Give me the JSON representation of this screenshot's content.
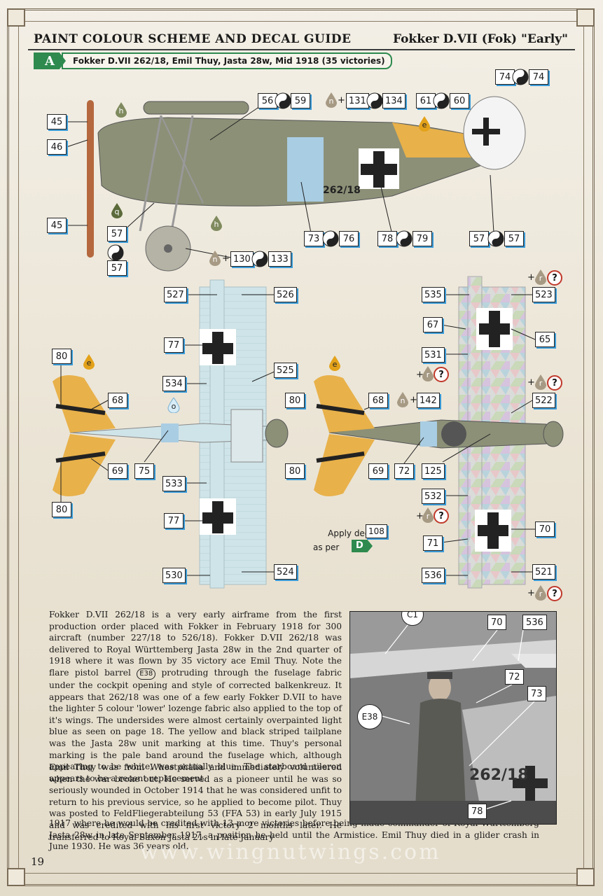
{
  "header": {
    "left_title": "PAINT COLOUR SCHEME AND DECAL GUIDE",
    "right_title": "Fokker D.VII (Fok) \"Early\""
  },
  "profile": {
    "letter": "A",
    "caption": "Fokker D.VII 262/18, Emil Thuy, Jasta 28w, Mid 1918 (35 victories)"
  },
  "aircraft_serial": "262/18",
  "callouts": {
    "c45a": "45",
    "c46": "46",
    "c45b": "45",
    "c57a": "57",
    "c57b": "57",
    "c56": "56",
    "c59": "59",
    "c131": "131",
    "c134": "134",
    "c61": "61",
    "c60": "60",
    "c74a": "74",
    "c74b": "74",
    "c73": "73",
    "c76": "76",
    "c78": "78",
    "c79": "79",
    "c57c": "57",
    "c57d": "57",
    "c130": "130",
    "c133": "133",
    "c527": "527",
    "c526": "526",
    "c77a": "77",
    "c525": "525",
    "c534": "534",
    "c80a": "80",
    "c68a": "68",
    "c75": "75",
    "c69a": "69",
    "c80b": "80",
    "c533": "533",
    "c77b": "77",
    "c530": "530",
    "c524": "524",
    "c535": "535",
    "c523": "523",
    "c67": "67",
    "c65": "65",
    "c531": "531",
    "c80c": "80",
    "c68b": "68",
    "c142": "142",
    "c522": "522",
    "c80d": "80",
    "c69b": "69",
    "c72": "72",
    "c125": "125",
    "c532": "532",
    "c70": "70",
    "c71": "71",
    "c536": "536",
    "c521": "521",
    "c108": "108"
  },
  "paint_codes": {
    "h": "h",
    "q": "q",
    "n": "n",
    "e": "e",
    "o": "o",
    "r": "r"
  },
  "symbols": {
    "plus": "+",
    "question": "?"
  },
  "apply_note": {
    "line1": "Apply decals",
    "line2": "as per",
    "tag": "D"
  },
  "text": {
    "p1_a": "Fokker D.VII 262/18 is a very early airframe from the first production order placed with Fokker in February 1918 for 300 aircraft (number 227/18 to 526/18). Fokker D.VII 262/18 was delivered to Royal Württemberg Jasta 28w in the 2nd quarter of 1918 where it was flown by 35 victory ace Emil Thuy. Note the flare pistol barrel ",
    "p1_ref": "E38",
    "p1_b": " protruding through the fuselage fabric under the cockpit opening and style of corrected balkenkreuz. It appears that 262/18 was one of a few early Fokker D.VII to have the lighter 5 colour 'lower' lozenge fabric also applied to the top of it's wings. The undersides were almost certainly overpainted light blue as seen on page 18. The yellow and black striped tailplane was the Jasta 28w unit marking at this time. Thuy's personal marking is the pale band around the fuselage which, although appearing to be white, was actually blue. The starboard aileron appears to be a recent replacement.",
    "p2": "Emil Thuy was from Whestphalia and immediately volunteered when the war broke out. He served as a pioneer until he was so seriously wounded in October 1914 that he was considered unfit to return to his previous service, so he applied to become pilot. Thuy was posted to FeldFliegerabteilung 53 (FFA 53) in early July 1915 and was credited with his first victory 2 months later. He transferred to Royal Saxon Jasta 21s in late January",
    "p3": "1917 where he would be credited with 13 more victories before being made commander of Royal Württemberg Jasta 28w in late September 1917, a position he held until the Armistice. Emil Thuy died in a glider crash in June 1930. He was 36 years old."
  },
  "photo_callouts": {
    "c1": "C1",
    "p70": "70",
    "p536": "536",
    "p72": "72",
    "p73": "73",
    "e38": "E38",
    "p78": "78"
  },
  "footer": {
    "page": "19",
    "url": "www.wingnutwings.com"
  },
  "colors": {
    "accent_green": "#2e8a4e",
    "callout_shadow": "#3a9bd8",
    "fuselage_green": "#8b9077",
    "band_blue": "#a9cde3",
    "tail_yellow": "#e8b14a",
    "wing_pale_blue": "#cfe4e8"
  }
}
